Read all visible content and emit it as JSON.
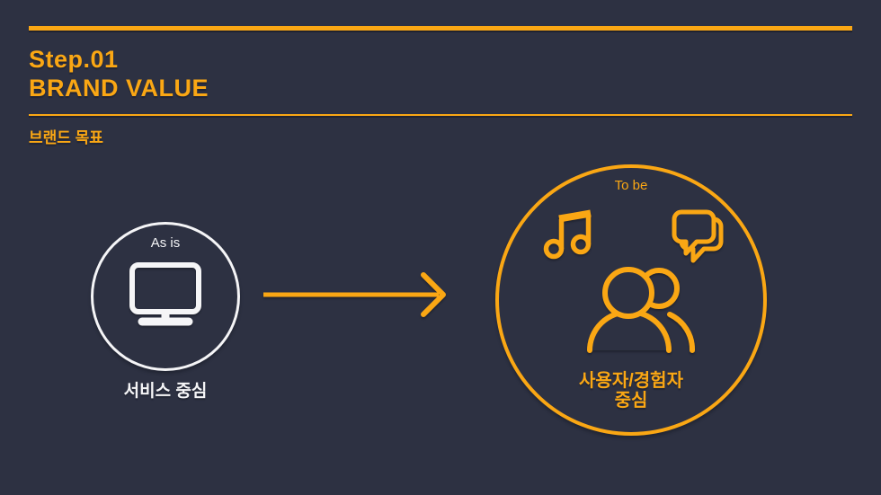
{
  "colors": {
    "background": "#2D3142",
    "accent": "#FAA714",
    "white": "#F5F5F7"
  },
  "header": {
    "step": "Step.01",
    "title": "BRAND VALUE",
    "subtitle": "브랜드 목표"
  },
  "as_is": {
    "label": "As is",
    "icon": "monitor-icon",
    "caption": "서비스 중심"
  },
  "arrow": {
    "icon": "arrow-right-icon",
    "direction": "right"
  },
  "to_be": {
    "label": "To be",
    "icons": [
      "music-note-icon",
      "speech-bubbles-icon",
      "people-group-icon"
    ],
    "caption_line1": "사용자/경험자",
    "caption_line2": "중심"
  }
}
